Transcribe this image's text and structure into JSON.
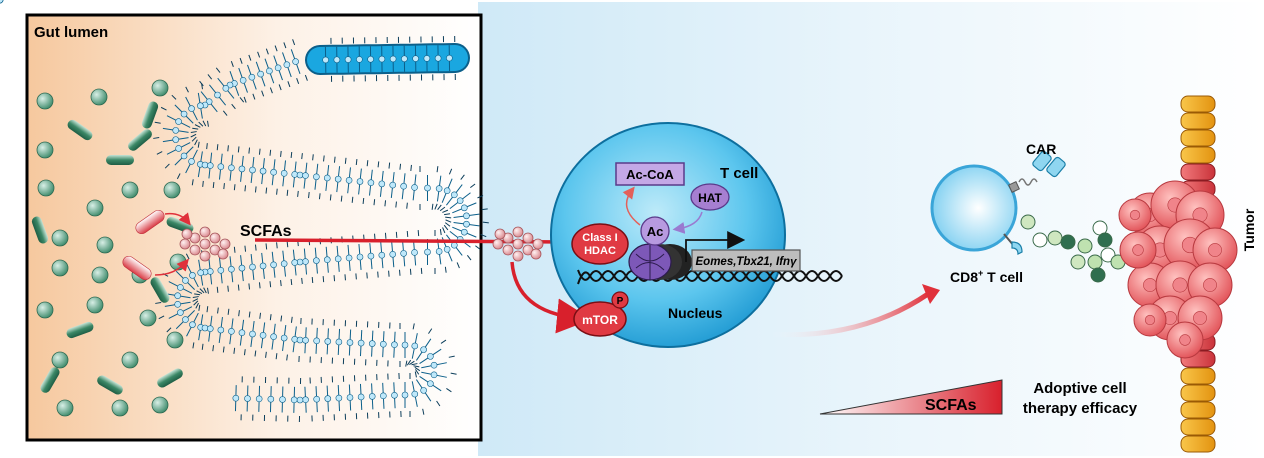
{
  "gut_panel": {
    "title": "Gut lumen",
    "scfa_label": "SCFAs"
  },
  "t_cell": {
    "title": "T cell",
    "acetyl_coa": "Ac-CoA",
    "hat": "HAT",
    "acetyl": "Ac",
    "hdac_line1": "Class I",
    "hdac_line2": "HDAC",
    "genes": "Eomes,Tbx21, Ifnγ",
    "nucleus": "Nucleus",
    "mtor": "mTOR",
    "phospho": "P"
  },
  "car_t": {
    "car_label": "CAR",
    "cell_label_main": "CD8",
    "cell_label_sup": "+",
    "cell_label_tail": " T cell"
  },
  "tumor": {
    "label": "Tumor"
  },
  "efficacy": {
    "scfa_label": "SCFAs",
    "line1": "Adoptive cell",
    "line2": "therapy efficacy"
  },
  "colors": {
    "epithelium": "#1aa7e0",
    "bacteria_green": "#2e7a5c",
    "scfa_dot": "#e9a3a8",
    "inhibit_red": "#d8202c",
    "tumor_red": "#e85b5f",
    "tumor_yellow": "#f2a81b",
    "hat_purple": "#a67fd1",
    "nucleus_blue": "#3bb9e8"
  }
}
